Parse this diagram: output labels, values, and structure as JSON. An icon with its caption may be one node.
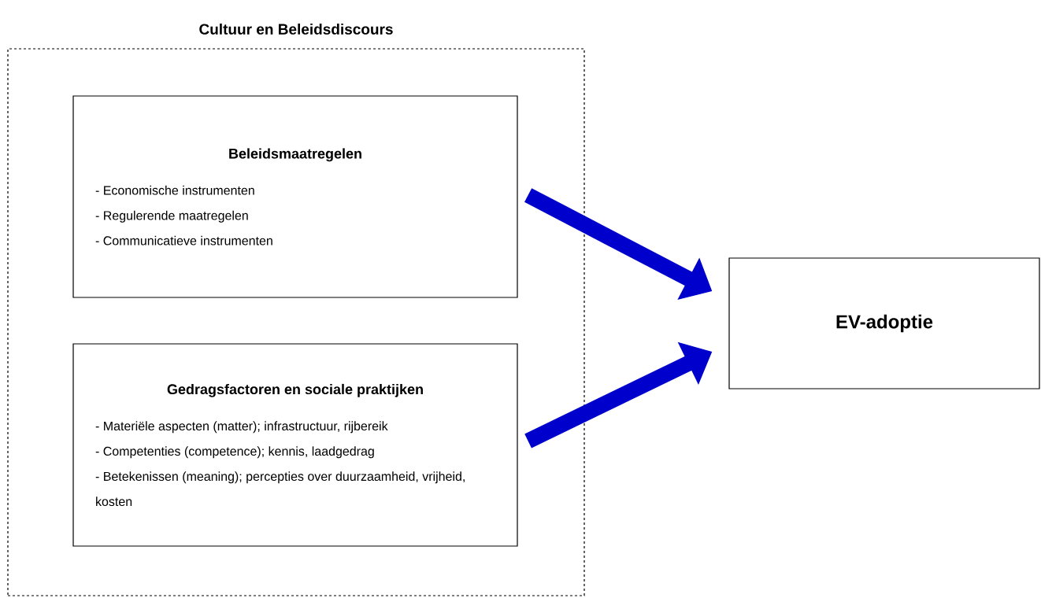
{
  "diagram": {
    "nodes": [
      {
        "text": [
          "Cultuur en Beleidsdiscours"
        ]
      },
      {
        "text": [
          "Beleidsmaatregelen",
          "- Economische instrumenten",
          "- Regulerende maatregelen",
          "- Communicatieve instrumenten"
        ],
        "in": 0
      },
      {
        "text": [
          "Gedragsfactoren en sociale praktijken",
          "- Materiële aspecten (matter); infrastructuur, rijbereik",
          "- Competenties (competence); kennis, laadgedrag",
          "- Betekenissen (meaning); percepties over duurzaamheid, vrijheid, kosten"
        ],
        "in": 0
      },
      {
        "text": [
          "EV-adoptie"
        ]
      }
    ],
    "edges": [
      {
        "from": 1,
        "to": 3,
        "arrow": "to"
      },
      {
        "from": 2,
        "to": 3,
        "arrow": "to"
      }
    ]
  }
}
